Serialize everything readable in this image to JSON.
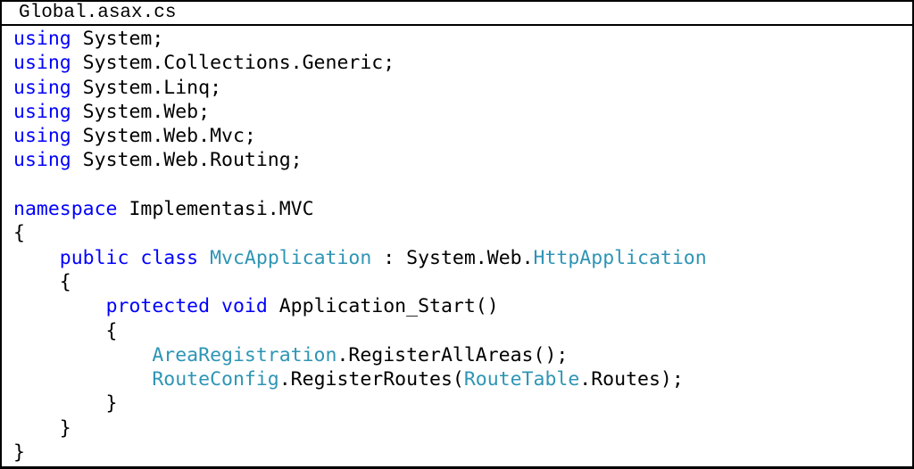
{
  "window": {
    "title": "Global.asax.cs"
  },
  "colors": {
    "keyword": "#0101FE",
    "type": "#2E95B5",
    "plain": "#000000",
    "background": "#FFFFFF",
    "border": "#000000"
  },
  "code": {
    "language": "csharp",
    "lines": [
      [
        {
          "t": "using",
          "c": "k"
        },
        {
          "t": " System;",
          "c": "p"
        }
      ],
      [
        {
          "t": "using",
          "c": "k"
        },
        {
          "t": " System.Collections.Generic;",
          "c": "p"
        }
      ],
      [
        {
          "t": "using",
          "c": "k"
        },
        {
          "t": " System.Linq;",
          "c": "p"
        }
      ],
      [
        {
          "t": "using",
          "c": "k"
        },
        {
          "t": " System.Web;",
          "c": "p"
        }
      ],
      [
        {
          "t": "using",
          "c": "k"
        },
        {
          "t": " System.Web.Mvc;",
          "c": "p"
        }
      ],
      [
        {
          "t": "using",
          "c": "k"
        },
        {
          "t": " System.Web.Routing;",
          "c": "p"
        }
      ],
      [],
      [
        {
          "t": "namespace",
          "c": "k"
        },
        {
          "t": " Implementasi.MVC",
          "c": "p"
        }
      ],
      [
        {
          "t": "{",
          "c": "p"
        }
      ],
      [
        {
          "t": "    ",
          "c": "p"
        },
        {
          "t": "public",
          "c": "k"
        },
        {
          "t": " ",
          "c": "p"
        },
        {
          "t": "class",
          "c": "k"
        },
        {
          "t": " ",
          "c": "p"
        },
        {
          "t": "MvcApplication",
          "c": "t"
        },
        {
          "t": " : System.Web.",
          "c": "p"
        },
        {
          "t": "HttpApplication",
          "c": "t"
        }
      ],
      [
        {
          "t": "    {",
          "c": "p"
        }
      ],
      [
        {
          "t": "        ",
          "c": "p"
        },
        {
          "t": "protected",
          "c": "k"
        },
        {
          "t": " ",
          "c": "p"
        },
        {
          "t": "void",
          "c": "k"
        },
        {
          "t": " Application_Start()",
          "c": "p"
        }
      ],
      [
        {
          "t": "        {",
          "c": "p"
        }
      ],
      [
        {
          "t": "            ",
          "c": "p"
        },
        {
          "t": "AreaRegistration",
          "c": "t"
        },
        {
          "t": ".RegisterAllAreas();",
          "c": "p"
        }
      ],
      [
        {
          "t": "            ",
          "c": "p"
        },
        {
          "t": "RouteConfig",
          "c": "t"
        },
        {
          "t": ".RegisterRoutes(",
          "c": "p"
        },
        {
          "t": "RouteTable",
          "c": "t"
        },
        {
          "t": ".Routes);",
          "c": "p"
        }
      ],
      [
        {
          "t": "        }",
          "c": "p"
        }
      ],
      [
        {
          "t": "    }",
          "c": "p"
        }
      ],
      [
        {
          "t": "}",
          "c": "p"
        }
      ]
    ]
  }
}
